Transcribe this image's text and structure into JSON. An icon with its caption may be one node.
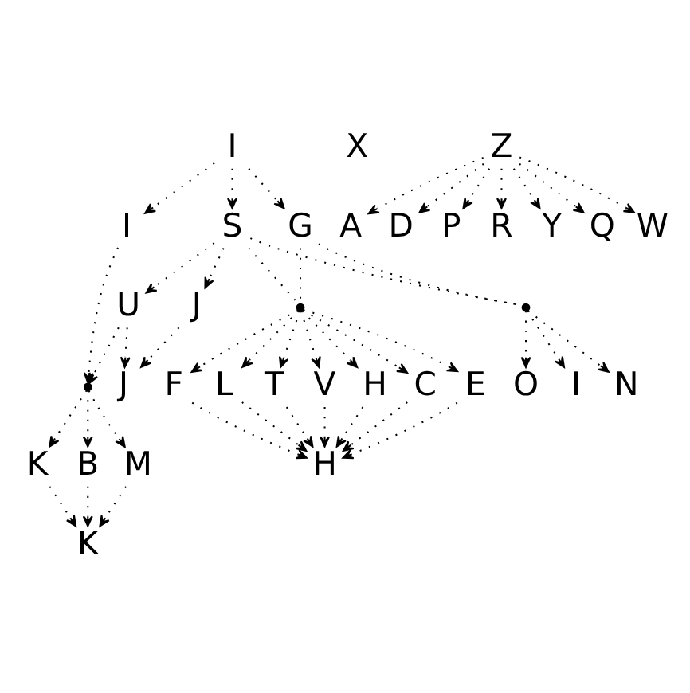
{
  "diagram": {
    "nodes": [
      {
        "text": [
          "I"
        ]
      },
      {
        "text": [
          "X"
        ]
      },
      {
        "text": [
          "Z"
        ]
      },
      {
        "text": [
          "A"
        ]
      },
      {
        "text": [
          "D"
        ]
      },
      {
        "text": [
          "P"
        ]
      },
      {
        "text": [
          "R"
        ]
      },
      {
        "text": [
          "Y"
        ]
      },
      {
        "text": [
          "Q"
        ]
      },
      {
        "text": [
          "W"
        ]
      },
      {
        "text": [
          "I"
        ]
      },
      {
        "text": [
          "G"
        ]
      },
      {
        "text": [
          "S"
        ]
      },
      {
        "text": [
          "I"
        ]
      },
      {
        "text": [
          "N"
        ]
      },
      {
        "text": [
          "O"
        ]
      },
      {
        "text": [],
        "shape": "circle"
      },
      {
        "text": [],
        "shape": "circle"
      },
      {
        "text": [],
        "shape": "circle"
      },
      {
        "text": [
          "K"
        ]
      },
      {
        "text": [
          "B"
        ]
      },
      {
        "text": [
          "M"
        ]
      },
      {
        "text": [
          "H"
        ]
      },
      {
        "text": [
          "C"
        ]
      },
      {
        "text": [
          "E"
        ]
      },
      {
        "text": [
          "F"
        ]
      },
      {
        "text": [
          "L"
        ]
      },
      {
        "text": [
          "T"
        ]
      },
      {
        "text": [
          "V"
        ]
      },
      {
        "text": [
          "U"
        ]
      },
      {
        "text": [
          "J"
        ]
      },
      {
        "text": [
          "K"
        ]
      },
      {
        "text": [
          "H"
        ]
      },
      {
        "text": [
          "J"
        ]
      }
    ],
    "edges": [
      {
        "from": 0,
        "to": 10,
        "arrow": "to",
        "style": "dashed"
      },
      {
        "from": 0,
        "to": 11,
        "arrow": "to",
        "style": "dashed"
      },
      {
        "from": 0,
        "to": 12,
        "arrow": "to",
        "style": "dashed"
      },
      {
        "from": 2,
        "to": 3,
        "arrow": "to",
        "style": "dashed"
      },
      {
        "from": 2,
        "to": 4,
        "arrow": "to",
        "style": "dashed"
      },
      {
        "from": 2,
        "to": 5,
        "arrow": "to",
        "style": "dashed"
      },
      {
        "from": 2,
        "to": 6,
        "arrow": "to",
        "style": "dashed"
      },
      {
        "from": 2,
        "to": 7,
        "arrow": "to",
        "style": "dashed"
      },
      {
        "from": 2,
        "to": 8,
        "arrow": "to",
        "style": "dashed"
      },
      {
        "from": 2,
        "to": 9,
        "arrow": "to",
        "style": "dashed"
      },
      {
        "from": 11,
        "to": 16,
        "arrow": "none",
        "style": "dashed"
      },
      {
        "from": 12,
        "to": 16,
        "arrow": "none",
        "style": "dashed"
      },
      {
        "from": 16,
        "to": 13,
        "arrow": "to",
        "style": "dashed"
      },
      {
        "from": 16,
        "to": 14,
        "arrow": "to",
        "style": "dashed"
      },
      {
        "from": 16,
        "to": 15,
        "arrow": "to",
        "style": "dashed"
      },
      {
        "from": 10,
        "to": 17,
        "arrow": "to",
        "style": "dashed"
      },
      {
        "from": 11,
        "to": 18,
        "arrow": "none",
        "style": "dashed"
      },
      {
        "from": 12,
        "to": 18,
        "arrow": "none",
        "style": "dashed"
      },
      {
        "from": 12,
        "to": 29,
        "arrow": "to",
        "style": "dashed"
      },
      {
        "from": 12,
        "to": 30,
        "arrow": "to",
        "style": "dashed"
      },
      {
        "from": 29,
        "to": 17,
        "arrow": "to",
        "style": "dashed"
      },
      {
        "from": 17,
        "to": 19,
        "arrow": "to",
        "style": "dashed"
      },
      {
        "from": 17,
        "to": 20,
        "arrow": "to",
        "style": "dashed"
      },
      {
        "from": 17,
        "to": 21,
        "arrow": "to",
        "style": "dashed"
      },
      {
        "from": 18,
        "to": 22,
        "arrow": "to",
        "style": "dashed"
      },
      {
        "from": 18,
        "to": 23,
        "arrow": "to",
        "style": "dashed"
      },
      {
        "from": 18,
        "to": 24,
        "arrow": "to",
        "style": "dashed"
      },
      {
        "from": 18,
        "to": 25,
        "arrow": "to",
        "style": "dashed"
      },
      {
        "from": 18,
        "to": 26,
        "arrow": "to",
        "style": "dashed"
      },
      {
        "from": 18,
        "to": 27,
        "arrow": "to",
        "style": "dashed"
      },
      {
        "from": 18,
        "to": 28,
        "arrow": "to",
        "style": "dashed"
      },
      {
        "from": 19,
        "to": 31,
        "arrow": "to",
        "style": "dashed"
      },
      {
        "from": 20,
        "to": 31,
        "arrow": "to",
        "style": "dashed"
      },
      {
        "from": 21,
        "to": 31,
        "arrow": "to",
        "style": "dashed"
      },
      {
        "from": 22,
        "to": 32,
        "arrow": "to",
        "style": "dashed"
      },
      {
        "from": 23,
        "to": 32,
        "arrow": "to",
        "style": "dashed"
      },
      {
        "from": 24,
        "to": 32,
        "arrow": "to",
        "style": "dashed"
      },
      {
        "from": 25,
        "to": 32,
        "arrow": "to",
        "style": "dashed"
      },
      {
        "from": 26,
        "to": 32,
        "arrow": "to",
        "style": "dashed"
      },
      {
        "from": 27,
        "to": 32,
        "arrow": "to",
        "style": "dashed"
      },
      {
        "from": 28,
        "to": 32,
        "arrow": "to",
        "style": "dashed"
      },
      {
        "from": 29,
        "to": 33,
        "arrow": "to",
        "style": "dashed"
      },
      {
        "from": 30,
        "to": 33,
        "arrow": "to",
        "style": "dashed"
      }
    ]
  }
}
